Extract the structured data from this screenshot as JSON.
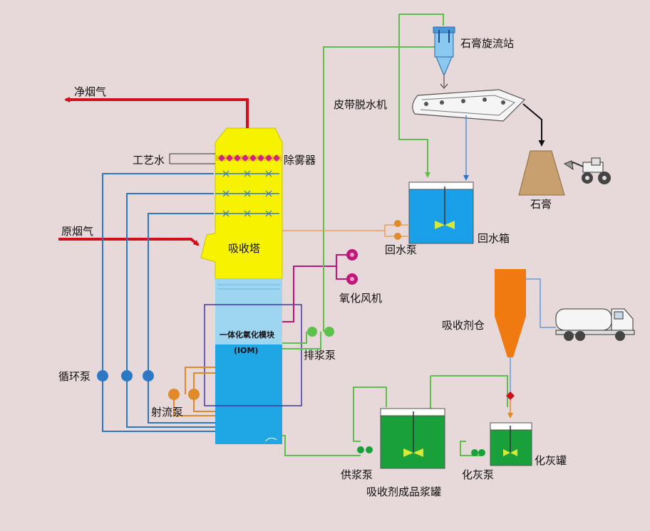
{
  "labels": {
    "clean_gas": "净烟气",
    "process_water": "工艺水",
    "demister": "除雾器",
    "raw_gas": "原烟气",
    "absorber": "吸收塔",
    "iom_name": "一体化氧化模块",
    "iom_abbr": "(IOM)",
    "circulation_pump": "循环泵",
    "jet_pump": "射流泵",
    "oxidation_fan": "氧化风机",
    "discharge_pump": "排浆泵",
    "gypsum_cyclone": "石膏旋流站",
    "belt_dewatering": "皮带脱水机",
    "gypsum": "石膏",
    "return_pump": "回水泵",
    "return_tank": "回水箱",
    "absorbent_silo": "吸收剂仓",
    "supply_pump": "供浆泵",
    "slurry_tank": "吸收剂成品浆罐",
    "lime_pump": "化灰泵",
    "lime_tank": "化灰罐"
  },
  "colors": {
    "background": "#e7d8d9",
    "absorber_top": "#f7f300",
    "absorber_bottom": "#1ea7e4",
    "absorber_mid": "#9ed5f0",
    "flue_gas": "#d0101a",
    "circulation": "#2c78c4",
    "jet": "#e08a2a",
    "oxidation_air": "#c0167a",
    "slurry_line": "#5cc04a",
    "return_water": "#e8a060",
    "silo": "#f07a10",
    "water_tank": "#1aa0e8",
    "slurry_tank": "#1aa03a",
    "gypsum_pile": "#c8a070"
  },
  "icons": [
    "arrow-left-icon",
    "arrow-right-icon",
    "spray-nozzle-icon",
    "pump-icon",
    "agitator-icon",
    "truck-icon",
    "loader-icon"
  ]
}
